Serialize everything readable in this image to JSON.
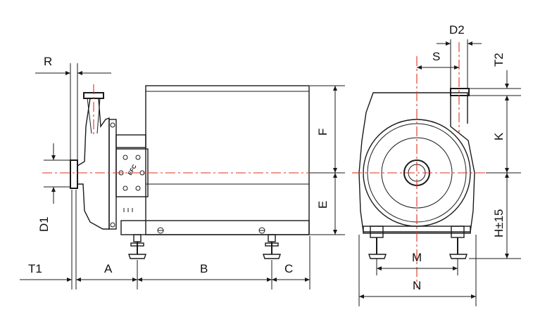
{
  "dimensions": {
    "R": "R",
    "D1": "D1",
    "T1": "T1",
    "A": "A",
    "B": "B",
    "C": "C",
    "F": "F",
    "E": "E",
    "D2": "D2",
    "S": "S",
    "T2": "T2",
    "K": "K",
    "H": "H±15",
    "M": "M",
    "N": "N"
  },
  "logo_text": "EFC",
  "colors": {
    "lines": "#1a1a1a",
    "centerline": "#e0301e",
    "background": "#ffffff"
  }
}
